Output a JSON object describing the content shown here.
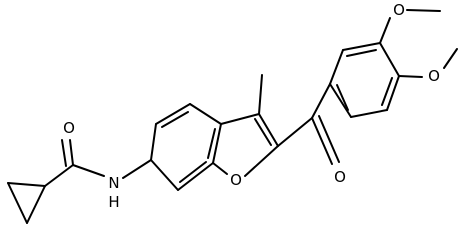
{
  "molecule": {
    "atoms": {
      "methoxy_top_O": "O",
      "methoxy_side_O": "O",
      "ketone_O": "O",
      "amide_O": "O",
      "furan_O": "O",
      "amide_N": "N",
      "amide_H": "H"
    }
  },
  "colors": {
    "bond": "#000000",
    "label": "#000000",
    "background": "#ffffff"
  }
}
